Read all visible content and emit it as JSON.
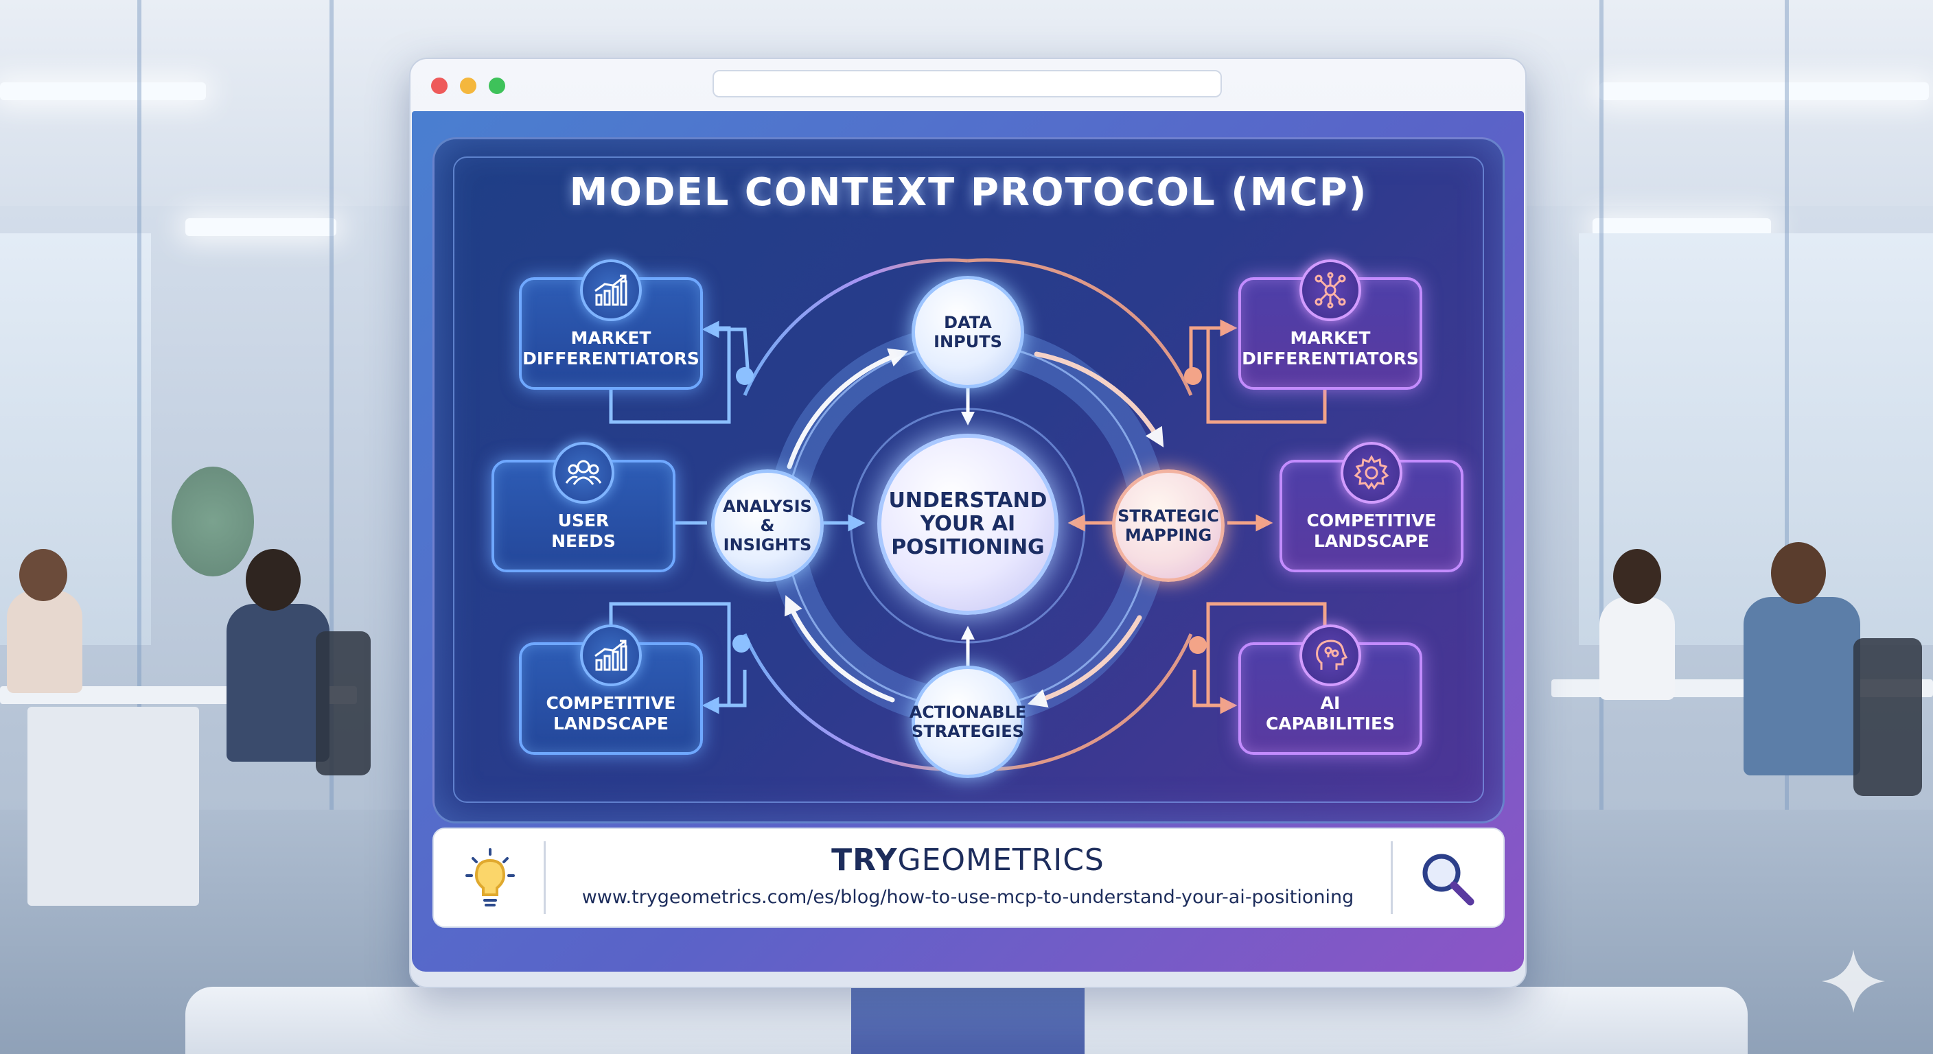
{
  "title": "MODEL CONTEXT PROTOCOL (MCP)",
  "center": "UNDERSTAND\nYOUR AI\nPOSITIONING",
  "cycle": {
    "top": "DATA\nINPUTS",
    "left": "ANALYSIS\n& INSIGHTS",
    "right": "STRATEGIC\nMAPPING",
    "bottom": "ACTIONABLE\nSTRATEGIES"
  },
  "left_boxes": [
    {
      "label": "MARKET\nDIFFERENTIATORS",
      "icon": "bar-chart-icon"
    },
    {
      "label": "USER\nNEEDS",
      "icon": "users-icon"
    },
    {
      "label": "COMPETITIVE\nLANDSCAPE",
      "icon": "bar-chart-icon"
    }
  ],
  "right_boxes": [
    {
      "label": "MARKET\nDIFFERENTIATORS",
      "icon": "network-icon"
    },
    {
      "label": "COMPETITIVE\nLANDSCAPE",
      "icon": "gear-icon"
    },
    {
      "label": "AI\nCAPABILITIES",
      "icon": "brain-head-icon"
    }
  ],
  "footer": {
    "brand_bold": "TRY",
    "brand_rest": "GEOMETRICS",
    "url": "www.trygeometrics.com/es/blog/how-to-use-mcp-to-understand-your-ai-positioning",
    "left_icon": "lightbulb-icon",
    "right_icon": "magnifier-icon"
  },
  "colors": {
    "accent_blue": "#6fa8ff",
    "accent_purple": "#c38cff",
    "accent_orange": "#f29a78",
    "panel_dark": "#1f3f86"
  }
}
